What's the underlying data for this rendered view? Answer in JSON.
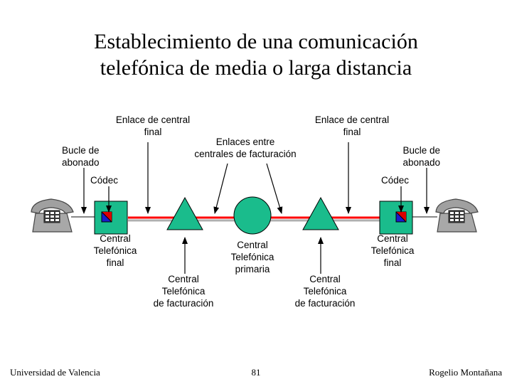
{
  "title_line1": "Establecimiento de una comunicación",
  "title_line2": "telefónica de media o larga distancia",
  "labels": {
    "enlace_left": "Enlace de central\nfinal",
    "enlace_right": "Enlace de central\nfinal",
    "enlaces_entre": "Enlaces entre\ncentrales de facturación",
    "bucle_left": "Bucle de\nabonado",
    "bucle_right": "Bucle de\nabonado",
    "codec_left": "Códec",
    "codec_right": "Códec",
    "central_final_left": "Central\nTelefónica\nfinal",
    "central_final_right": "Central\nTelefónica\nfinal",
    "central_primaria": "Central\nTelefónica\nprimaria",
    "central_fact_left": "Central\nTelefónica\nde facturación",
    "central_fact_right": "Central\nTelefónica\nde facturación"
  },
  "footer": {
    "left": "Universidad de Valencia",
    "center": "81",
    "right": "Rogelio Montañana"
  },
  "colors": {
    "node_fill": "#1abc8c",
    "line_red": "#ff0000",
    "line_gray": "#b0b0b0",
    "codec_blue": "#1a1acc",
    "codec_red": "#dd0000",
    "phone": "#a0a0a0"
  }
}
